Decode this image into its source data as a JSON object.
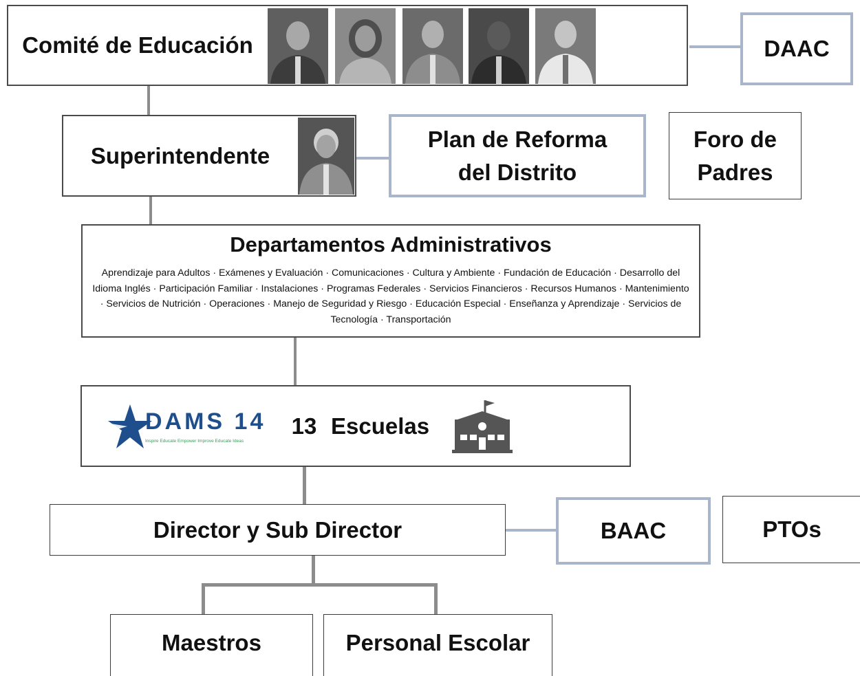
{
  "board": {
    "label": "Comité de Educación"
  },
  "daac": {
    "label": "DAAC"
  },
  "superintendent": {
    "label": "Superintendente"
  },
  "reform_plan": {
    "line1": "Plan de Reforma",
    "line2": "del Distrito"
  },
  "parent_forum": {
    "line1": "Foro de",
    "line2": "Padres"
  },
  "departments": {
    "title": "Departamentos Administrativos",
    "list": "Aprendizaje para Adultos · Exámenes y Evaluación · Comunicaciones · Cultura y Ambiente · Fundación de Educación · Desarrollo del Idioma Inglés · Participación Familiar · Instalaciones · Programas Federales · Servicios Financieros · Recursos Humanos · Mantenimiento · Servicios de Nutrición · Operaciones · Manejo de Seguridad y Riesgo · Educación Especial · Enseñanza y Aprendizaje · Servicios de Tecnología · Transportación"
  },
  "schools": {
    "logo_text": "DAMS 14",
    "logo_tagline": "Inspire Educate Empower Improve Educate Ideas",
    "count": "13",
    "label": "Escuelas"
  },
  "principal": {
    "label": "Director y Sub Director"
  },
  "baac": {
    "label": "BAAC"
  },
  "ptos": {
    "label": "PTOs"
  },
  "teachers": {
    "label": "Maestros"
  },
  "staff": {
    "label": "Personal Escolar"
  },
  "colors": {
    "dark_border": "#4a4a4a",
    "blue_border": "#a9b5cb",
    "connector": "#8c8c8c",
    "logo_navy": "#1f4e8c",
    "logo_green": "#3a9a5b",
    "school_icon": "#555555"
  }
}
